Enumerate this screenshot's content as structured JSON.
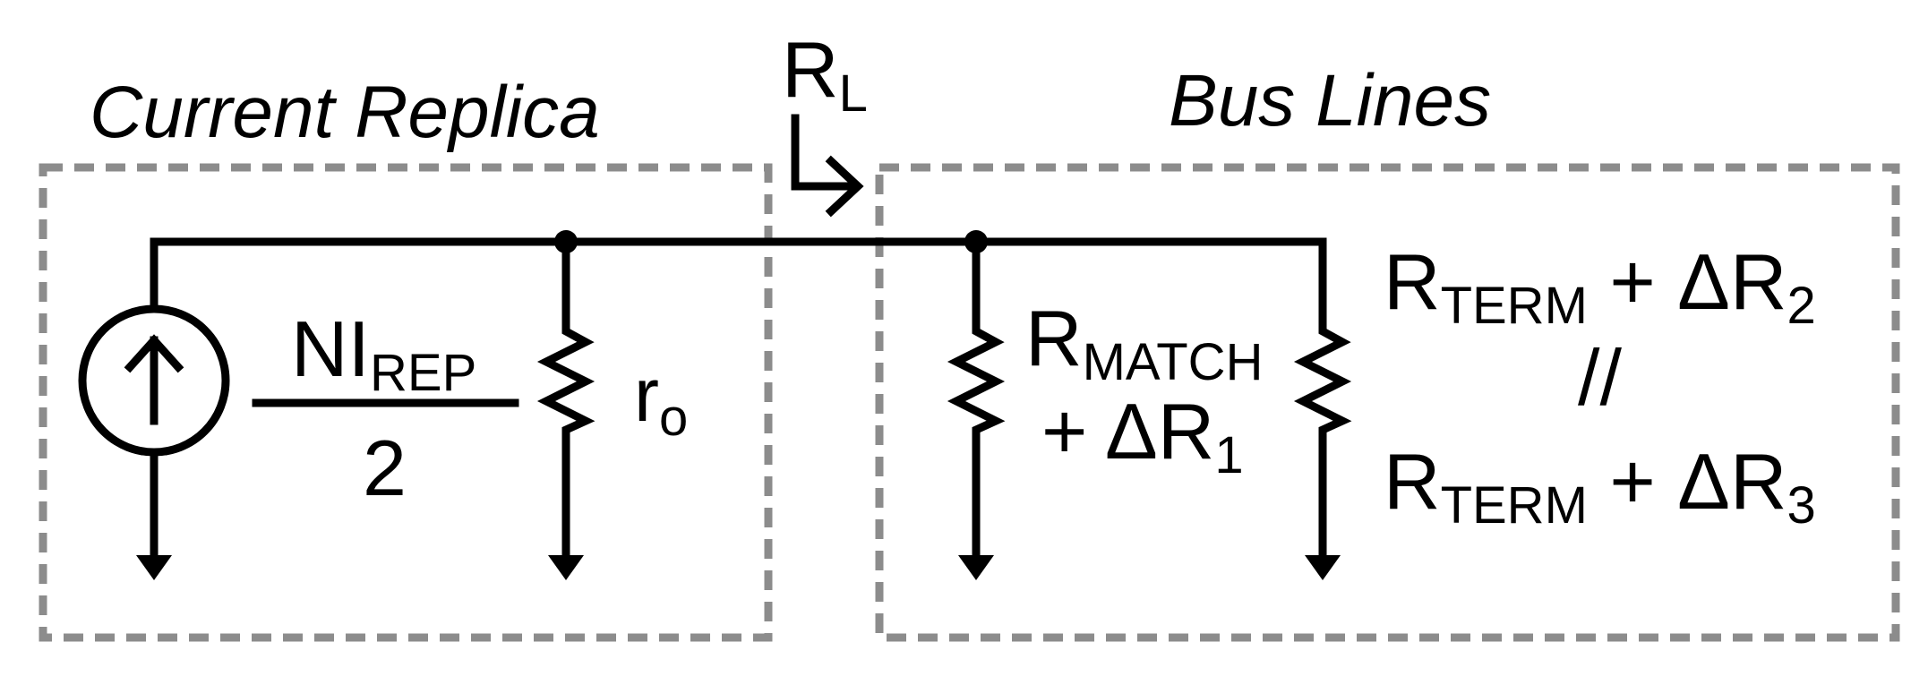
{
  "groups": {
    "current_replica": "Current Replica",
    "bus_lines": "Bus Lines"
  },
  "load": {
    "symbol": "R",
    "sub": "L"
  },
  "source": {
    "numerator_main": "NI",
    "numerator_sub": "REP",
    "denominator": "2"
  },
  "output_resistance": {
    "symbol": "r",
    "sub": "o"
  },
  "match_resistor": {
    "symbol": "R",
    "sub": "MATCH",
    "delta_line": "+ ΔR",
    "delta_sub": "1"
  },
  "term_resistor": {
    "line1_symbol": "R",
    "line1_sub": "TERM",
    "line1_delta": " + ΔR",
    "line1_delta_sub": "2",
    "parallel": "//",
    "line2_symbol": "R",
    "line2_sub": "TERM",
    "line2_delta": " + ΔR",
    "line2_delta_sub": "3"
  }
}
